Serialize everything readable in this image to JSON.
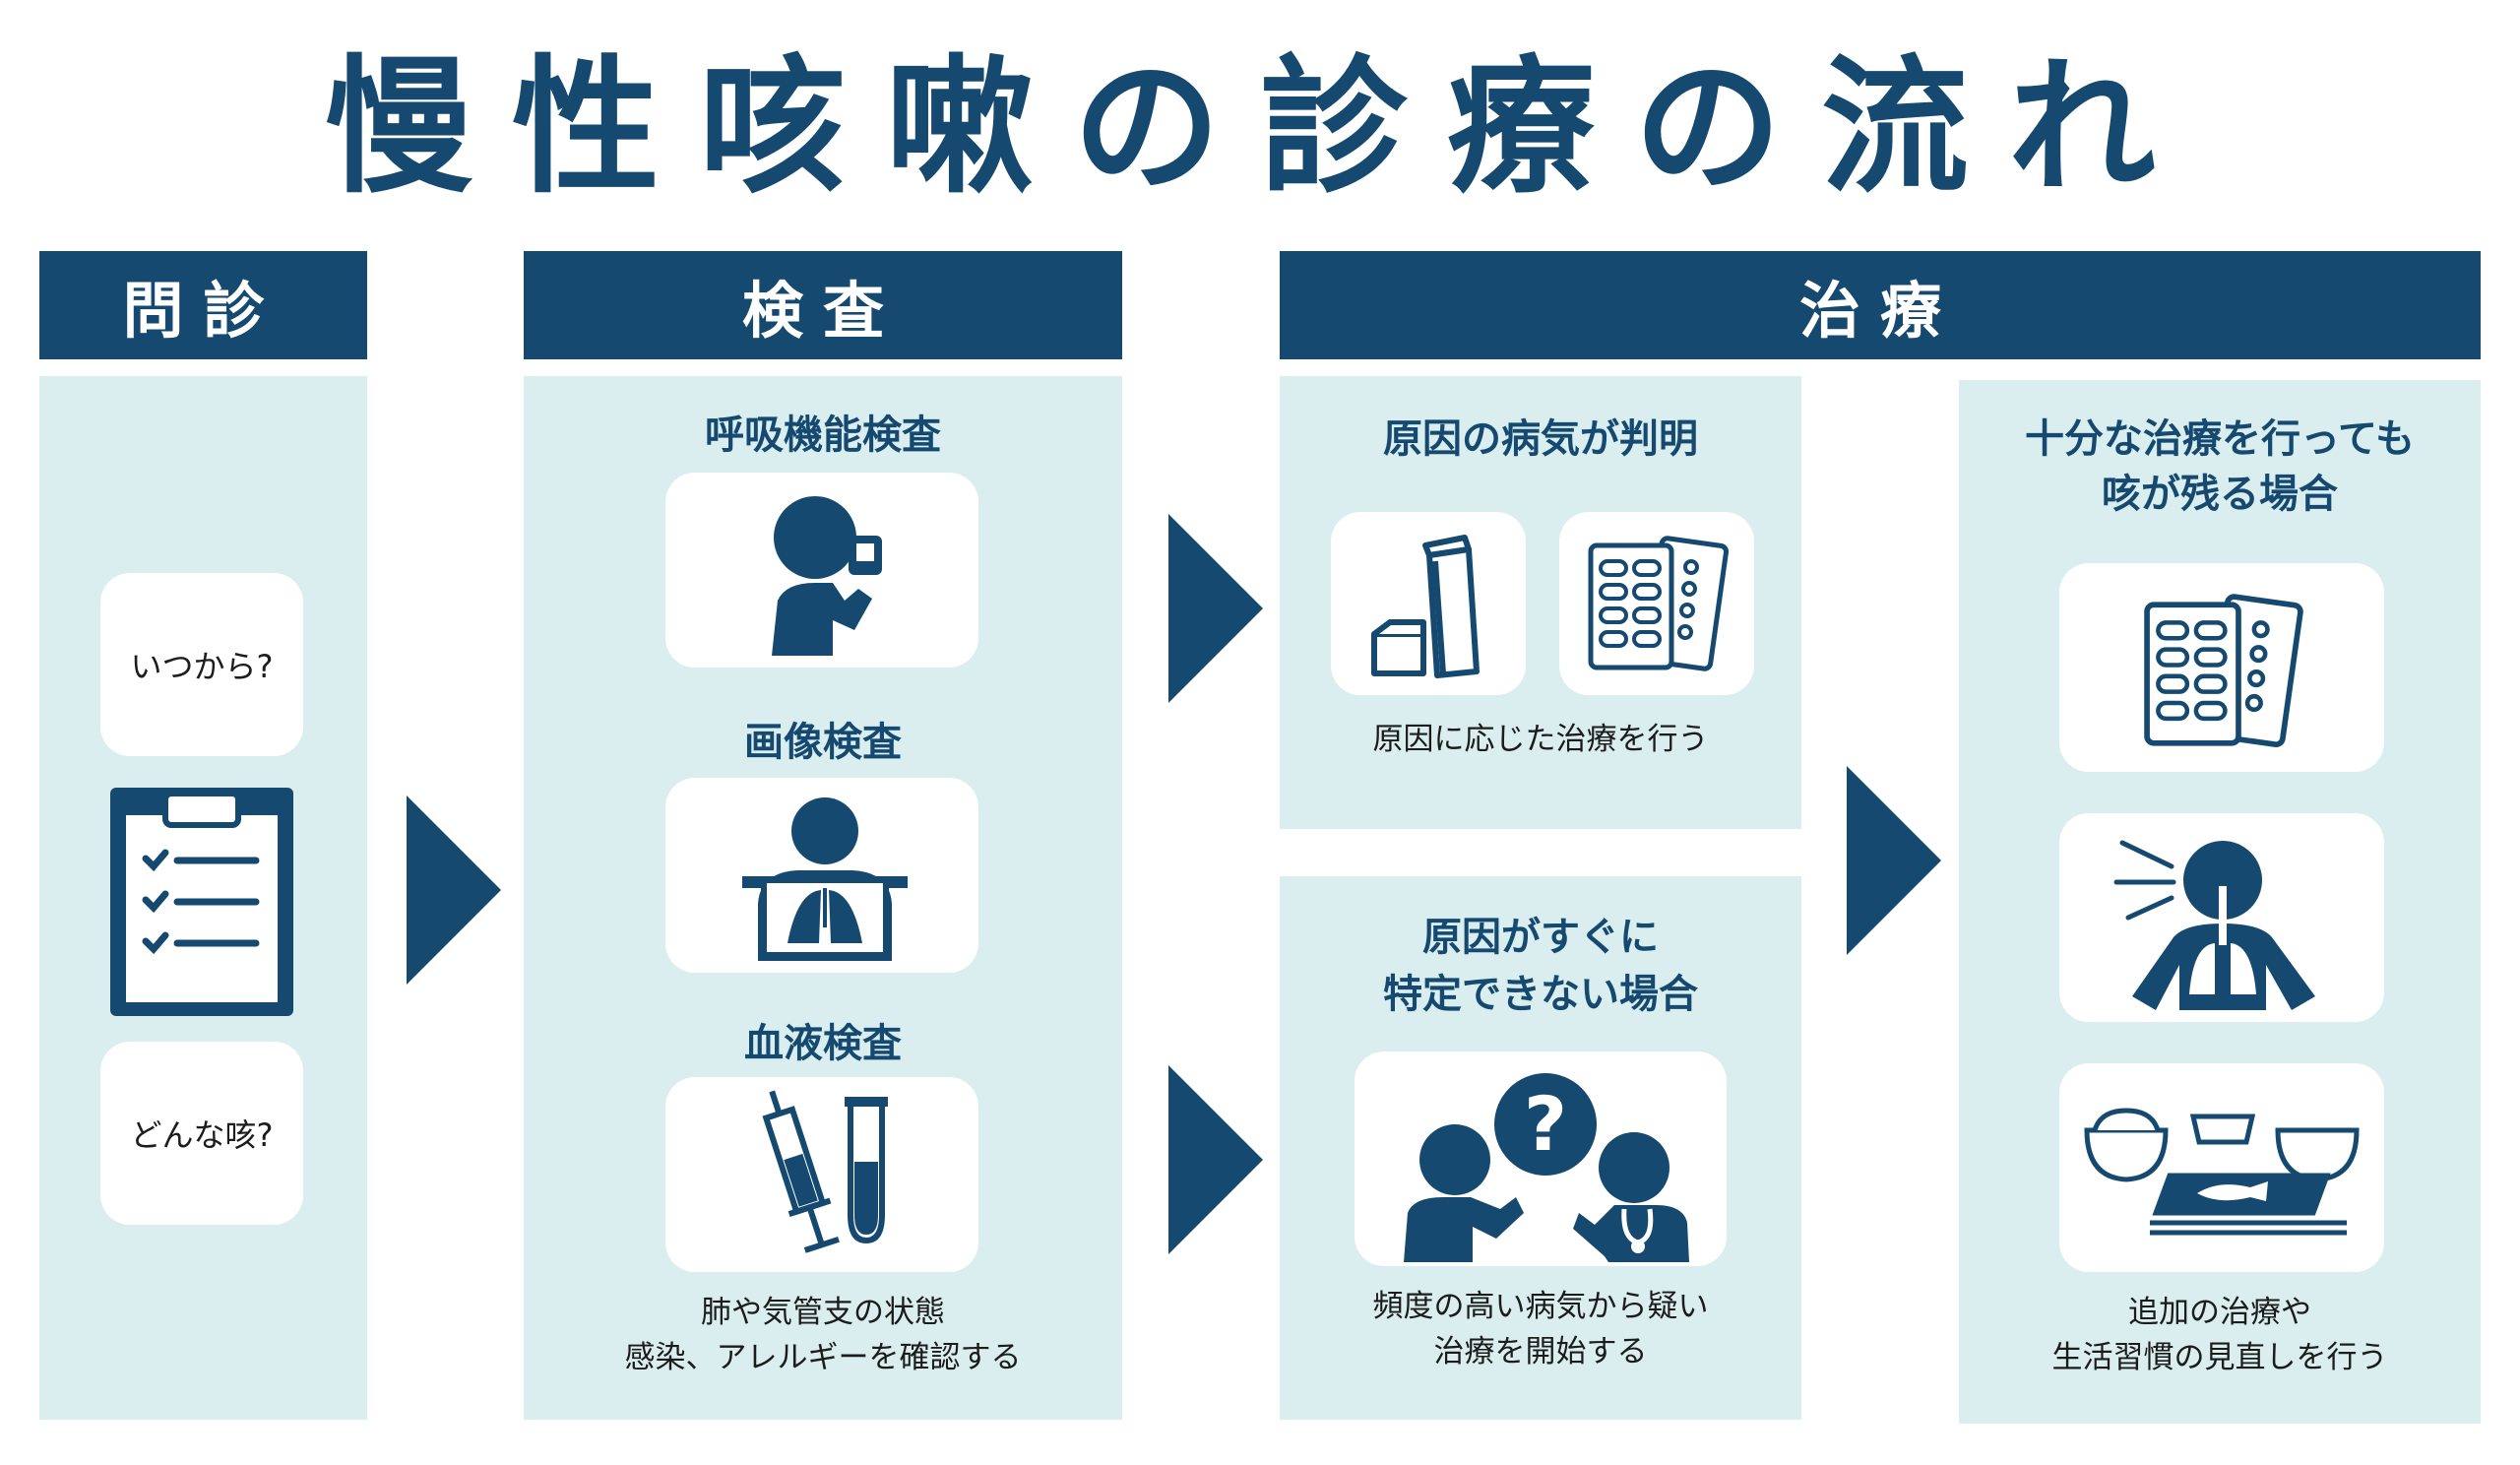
{
  "title": "慢性咳嗽の診療の流れ",
  "headers": {
    "interview": "問診",
    "exam": "検査",
    "treatment": "治療"
  },
  "interview": {
    "q1": "いつから?",
    "q2": "どんな咳?",
    "icon": "clipboard-checklist-icon"
  },
  "exam": {
    "items": [
      {
        "label": "呼吸機能検査",
        "icon": "spirometry-person-icon"
      },
      {
        "label": "画像検査",
        "icon": "xray-person-icon"
      },
      {
        "label": "血液検査",
        "icon": "syringe-test-tube-icon"
      }
    ],
    "caption_line1": "肺や気管支の状態",
    "caption_line2": "感染、アレルギーを確認する"
  },
  "treatment": {
    "known": {
      "title": "原因の病気が判明",
      "caption": "原因に応じた治療を行う",
      "icons": [
        "inhaler-icon",
        "pill-blister-pack-icon"
      ]
    },
    "unknown": {
      "title_line1": "原因がすぐに",
      "title_line2": "特定できない場合",
      "caption_line1": "頻度の高い病気から疑い",
      "caption_line2": "治療を開始する",
      "icon": "patient-doctor-question-icon"
    },
    "persistent": {
      "title_line1": "十分な治療を行っても",
      "title_line2": "咳が残る場合",
      "caption_line1": "追加の治療や",
      "caption_line2": "生活習慣の見直しを行う",
      "icons": [
        "pill-blister-pack-icon",
        "coughing-person-lungs-icon",
        "japanese-meal-icon"
      ]
    }
  },
  "colors": {
    "navy": "#16496f",
    "panel": "#daeef0",
    "white": "#ffffff"
  }
}
